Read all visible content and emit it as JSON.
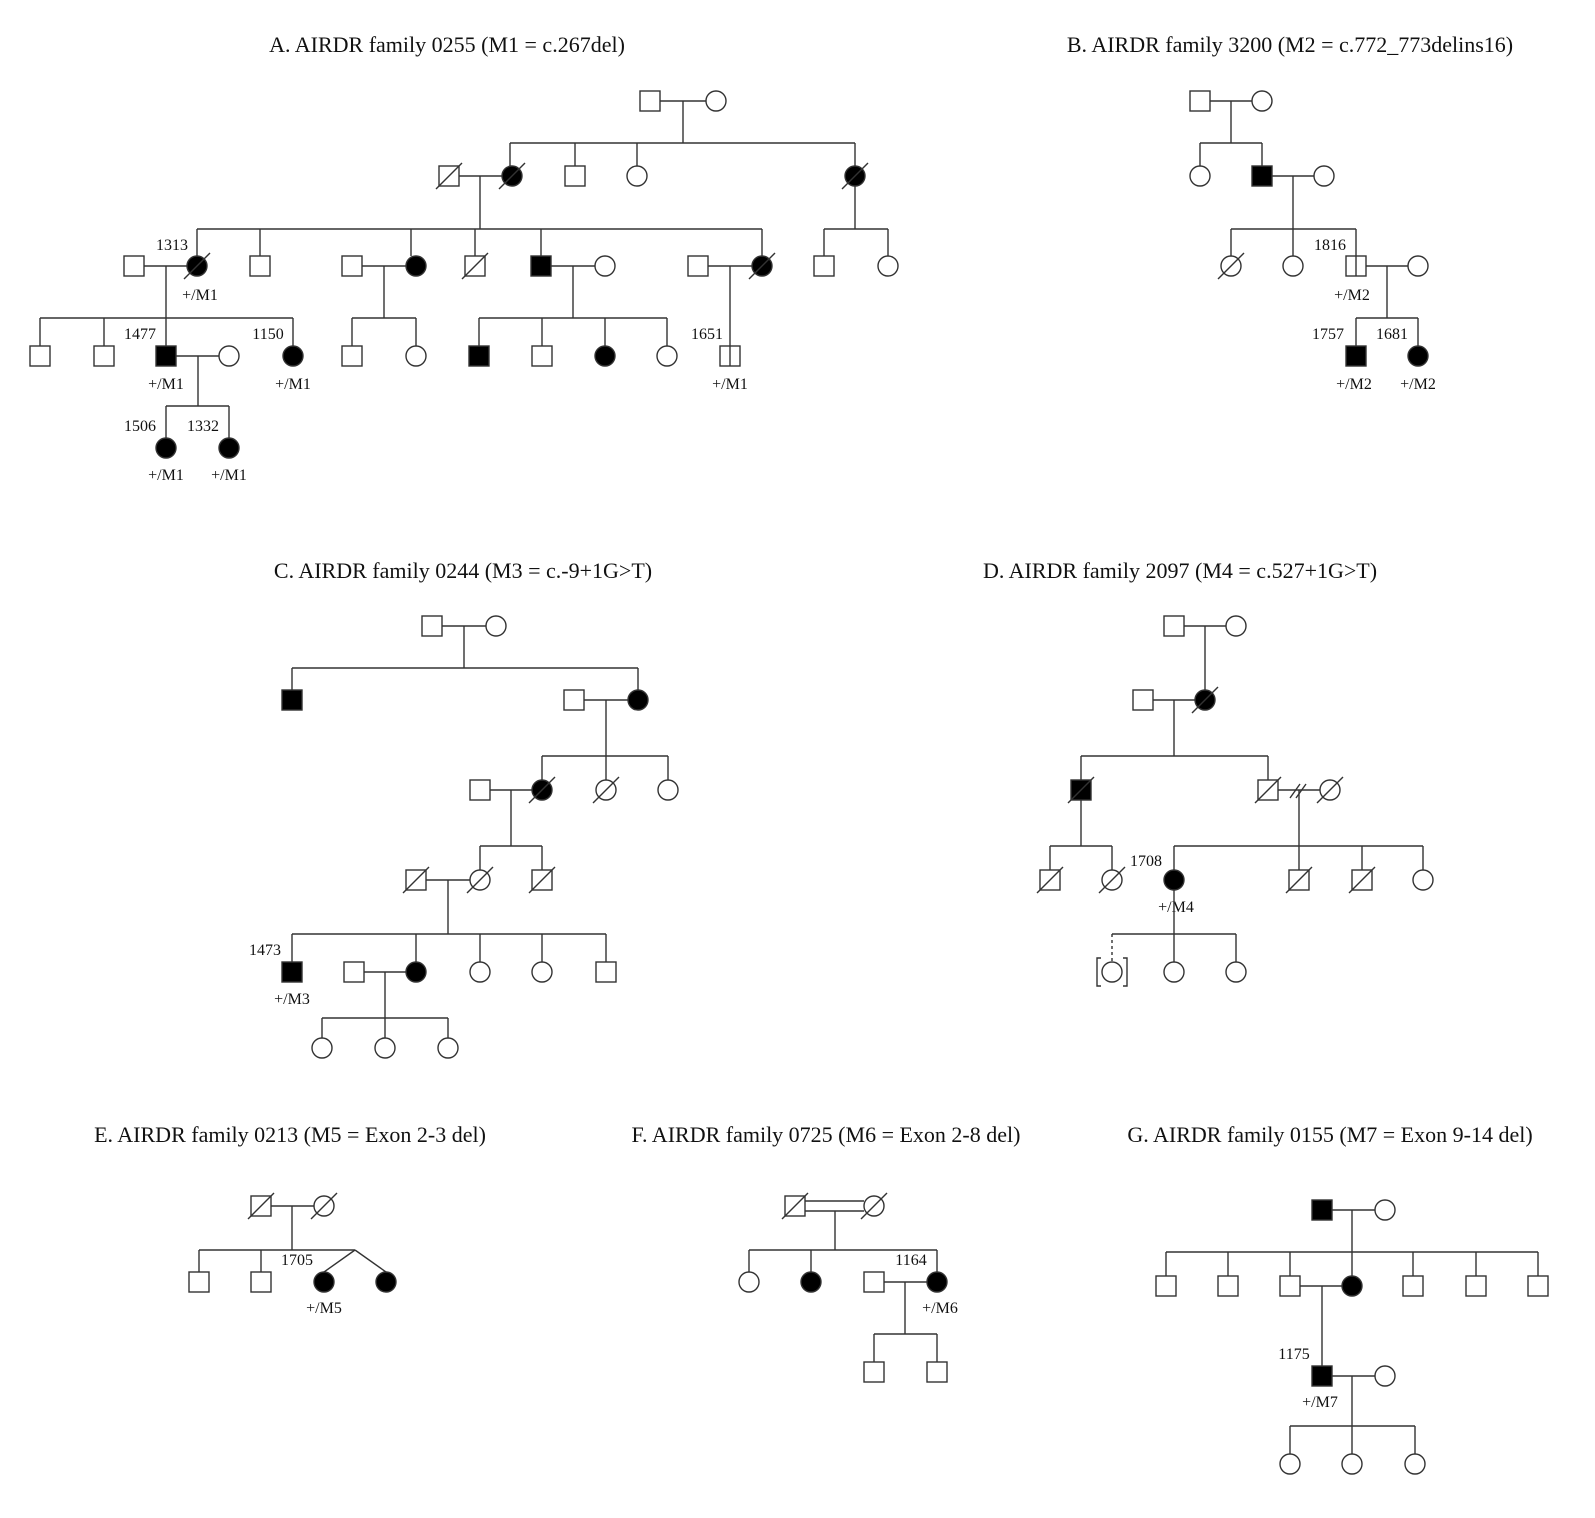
{
  "panels": [
    {
      "title": "A. AIRDR family 0255 (M1 = c.267del)",
      "ids": [
        "1313",
        "1477",
        "1150",
        "1506",
        "1332",
        "1651"
      ],
      "genotypes": [
        "+/M1",
        "+/M1",
        "+/M1",
        "+/M1",
        "+/M1",
        "+/M1"
      ]
    },
    {
      "title": "B. AIRDR family 3200 (M2 = c.772_773delins16)",
      "ids": [
        "1816",
        "1757",
        "1681"
      ],
      "genotypes": [
        "+/M2",
        "+/M2",
        "+/M2"
      ]
    },
    {
      "title": "C. AIRDR family 0244 (M3 = c.-9+1G>T)",
      "ids": [
        "1473"
      ],
      "genotypes": [
        "+/M3"
      ]
    },
    {
      "title": "D. AIRDR family 2097 (M4 = c.527+1G>T)",
      "ids": [
        "1708"
      ],
      "genotypes": [
        "+/M4"
      ]
    },
    {
      "title": "E. AIRDR family 0213 (M5 = Exon 2-3 del)",
      "ids": [
        "1705"
      ],
      "genotypes": [
        "+/M5"
      ]
    },
    {
      "title": "F. AIRDR family 0725 (M6 = Exon 2-8 del)",
      "ids": [
        "1164"
      ],
      "genotypes": [
        "+/M6"
      ]
    },
    {
      "title": "G. AIRDR family 0155 (M7 = Exon 9-14 del)",
      "ids": [
        "1175"
      ],
      "genotypes": [
        "+/M7"
      ]
    }
  ],
  "colors": {
    "line": "#333333",
    "affected": "#000000",
    "unaffected": "#ffffff"
  }
}
